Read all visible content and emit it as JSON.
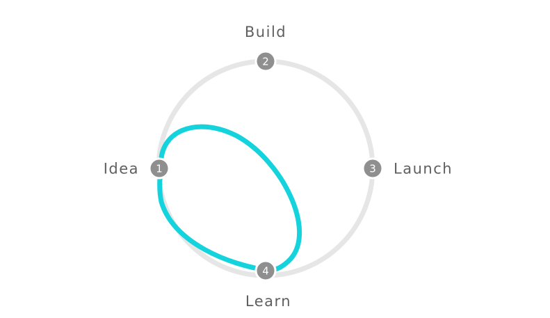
{
  "diagram": {
    "colors": {
      "ring": "#e6e6e6",
      "highlight_path": "#15d3dc",
      "node_fill": "#8f8f8f",
      "node_text": "#ffffff",
      "label_text": "#5f5f5f",
      "background": "#ffffff"
    },
    "nodes": [
      {
        "number": "1",
        "label": "Idea"
      },
      {
        "number": "2",
        "label": "Build"
      },
      {
        "number": "3",
        "label": "Launch"
      },
      {
        "number": "4",
        "label": "Learn"
      }
    ],
    "highlighted_loop": [
      "1",
      "4"
    ]
  }
}
